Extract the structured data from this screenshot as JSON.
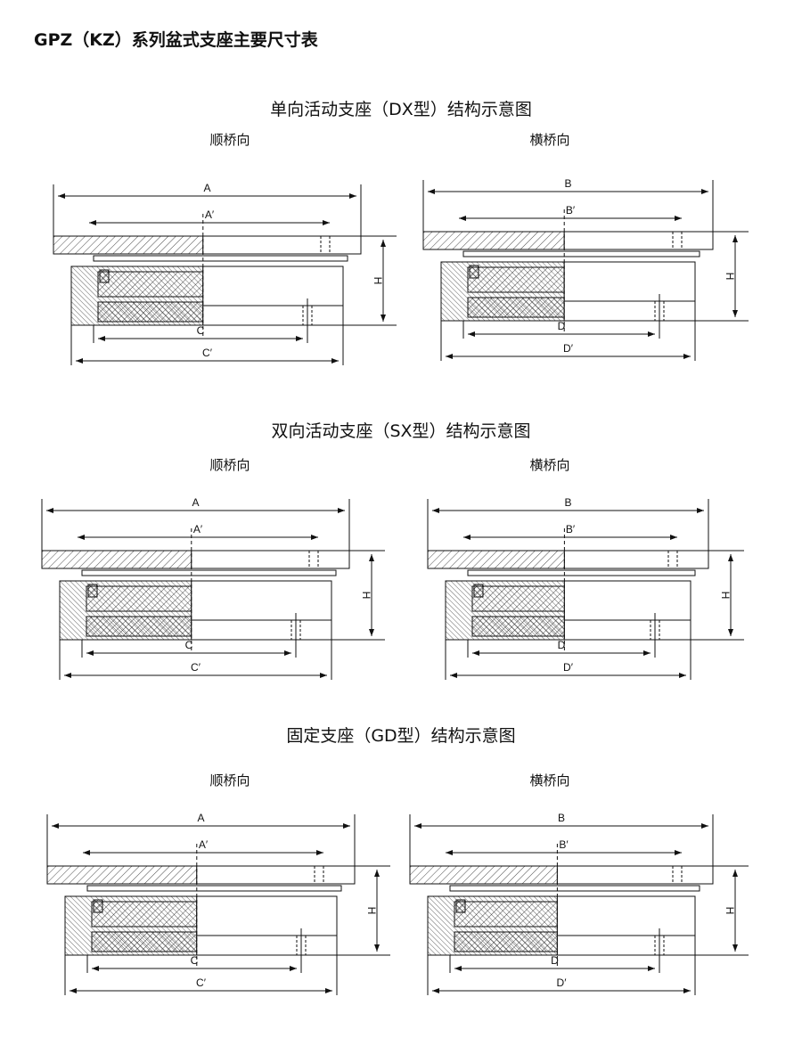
{
  "title": "GPZ（KZ）系列盆式支座主要尺寸表",
  "sections": [
    {
      "title": "单向活动支座（DX型）结构示意图",
      "views": [
        {
          "caption": "顺桥向",
          "top_outer": "A",
          "top_inner": "A′",
          "bottom_inner": "C",
          "bottom_outer": "C′",
          "height": "H"
        },
        {
          "caption": "横桥向",
          "top_outer": "B",
          "top_inner": "B′",
          "bottom_inner": "D",
          "bottom_outer": "D′",
          "height": "H"
        }
      ]
    },
    {
      "title": "双向活动支座（SX型）结构示意图",
      "views": [
        {
          "caption": "顺桥向",
          "top_outer": "A",
          "top_inner": "A′",
          "bottom_inner": "C",
          "bottom_outer": "C′",
          "height": "H"
        },
        {
          "caption": "横桥向",
          "top_outer": "B",
          "top_inner": "B′",
          "bottom_inner": "D",
          "bottom_outer": "D′",
          "height": "H"
        }
      ]
    },
    {
      "title": "固定支座（GD型）结构示意图",
      "views": [
        {
          "caption": "顺桥向",
          "top_outer": "A",
          "top_inner": "A′",
          "bottom_inner": "C",
          "bottom_outer": "C′",
          "height": "H"
        },
        {
          "caption": "横桥向",
          "top_outer": "B",
          "top_inner": "B′",
          "bottom_inner": "D",
          "bottom_outer": "D′",
          "height": "H"
        }
      ]
    }
  ]
}
